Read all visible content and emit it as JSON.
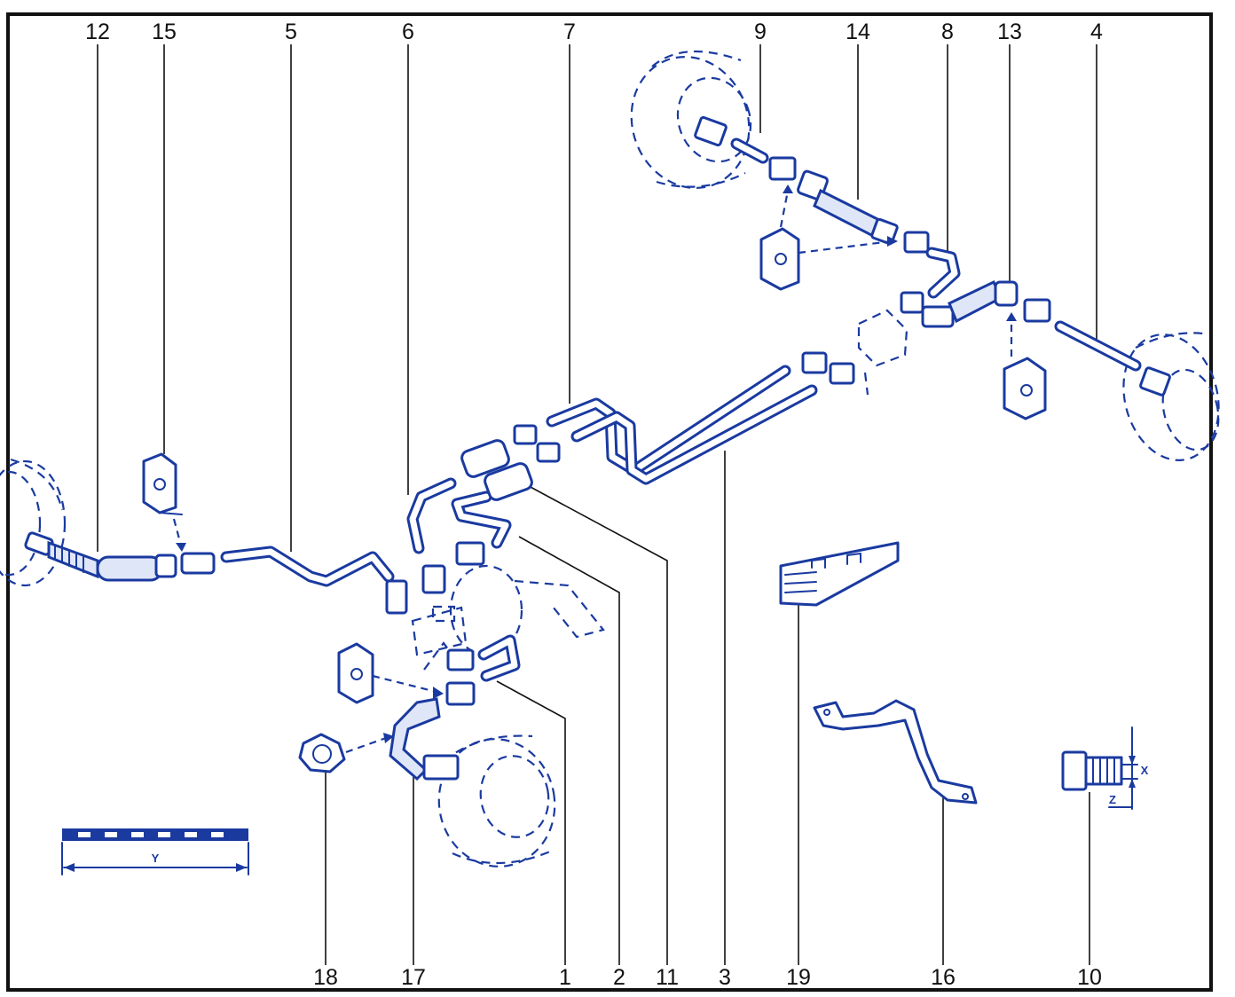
{
  "colors": {
    "line_art": "#1a3aa0",
    "callout_text": "#111111",
    "frame": "#111111"
  },
  "callouts_top": [
    {
      "id": "12",
      "label": "12"
    },
    {
      "id": "15",
      "label": "15"
    },
    {
      "id": "5",
      "label": "5"
    },
    {
      "id": "6",
      "label": "6"
    },
    {
      "id": "7",
      "label": "7"
    },
    {
      "id": "9",
      "label": "9"
    },
    {
      "id": "14",
      "label": "14"
    },
    {
      "id": "8",
      "label": "8"
    },
    {
      "id": "13",
      "label": "13"
    },
    {
      "id": "4",
      "label": "4"
    }
  ],
  "callouts_bottom": [
    {
      "id": "18",
      "label": "18"
    },
    {
      "id": "17",
      "label": "17"
    },
    {
      "id": "1",
      "label": "1"
    },
    {
      "id": "2",
      "label": "2"
    },
    {
      "id": "11",
      "label": "11"
    },
    {
      "id": "3",
      "label": "3"
    },
    {
      "id": "19",
      "label": "19"
    },
    {
      "id": "16",
      "label": "16"
    },
    {
      "id": "10",
      "label": "10"
    }
  ],
  "scale_bar": {
    "label": "Y"
  },
  "fitting_detail": {
    "dim_x": "X",
    "dim_z": "Z"
  }
}
